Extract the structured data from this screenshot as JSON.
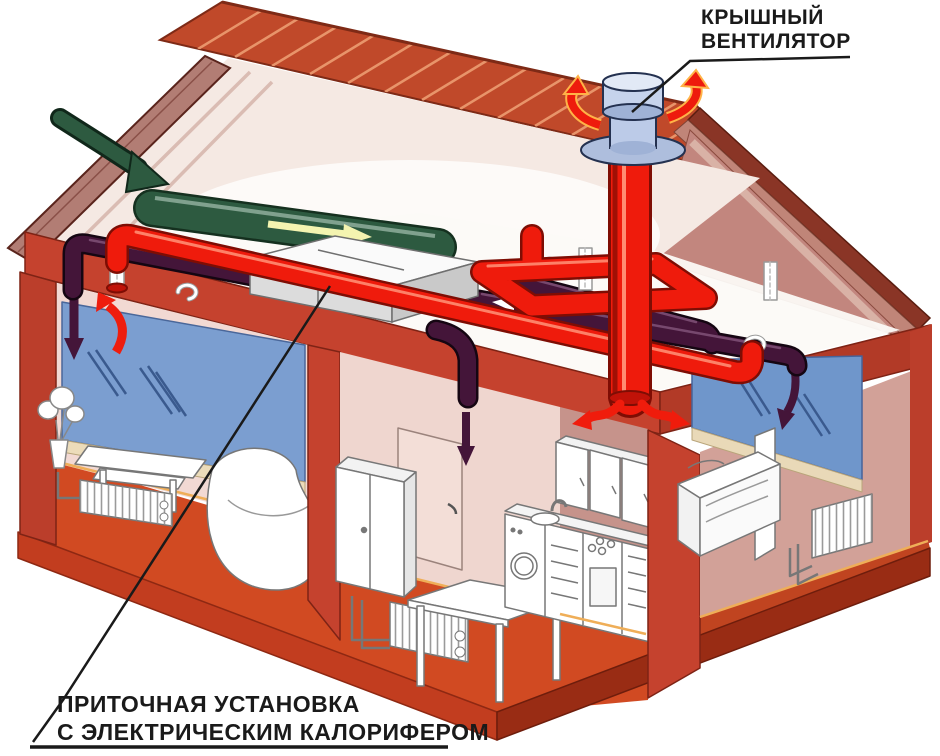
{
  "labels": {
    "roof_fan": [
      "КРЫШНЫЙ",
      "ВЕНТИЛЯТОР"
    ],
    "supply_unit": [
      "ПРИТОЧНАЯ  УСТАНОВКА",
      "С ЭЛЕКТРИЧЕСКИМ КАЛОРИФЕРОМ"
    ]
  },
  "palette": {
    "supply_duct_red": "#ef1b0c",
    "exhaust_duct_purple": "#441539",
    "intake_duct_green": "#2d5a40",
    "roof_red": "#c0492a",
    "roof_stripe": "#e8946a",
    "wall_red": "#c5422e",
    "floor_orange": "#d14a22",
    "window_blue": "#7b9ed0",
    "fan_bluegray": "#c6d3ec",
    "interior_pink": "#f2d9d3",
    "gable_mauve": "#c2867e"
  },
  "components": [
    "roof-fan",
    "roof-exhaust-arrows",
    "outdoor-air-intake-arrow",
    "intake-duct",
    "supply-air-handling-unit",
    "supply-duct-network",
    "exhaust-duct-network",
    "kitchen-supply-diffuser",
    "room-supply-arrow",
    "room-exhaust-arrow",
    "left-room-window",
    "bedroom-window",
    "radiators",
    "kitchen-set",
    "bed",
    "wardrobe",
    "tables",
    "beanbag-chair",
    "house-plant"
  ]
}
